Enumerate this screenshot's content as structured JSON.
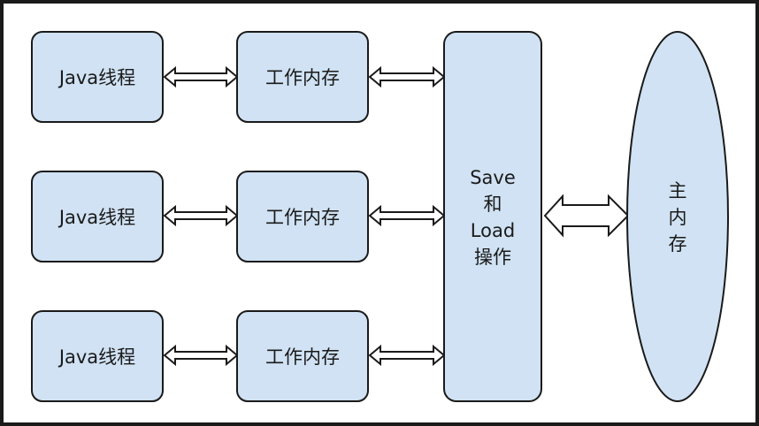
{
  "diagram": {
    "threads": [
      {
        "label": "Java线程",
        "memory_label": "工作内存"
      },
      {
        "label": "Java线程",
        "memory_label": "工作内存"
      },
      {
        "label": "Java线程",
        "memory_label": "工作内存"
      }
    ],
    "save_load": {
      "line1": "Save",
      "line2": "和",
      "line3": "Load",
      "line4": "操作"
    },
    "main_memory": {
      "line1": "主",
      "line2": "内",
      "line3": "存"
    },
    "colors": {
      "fill": "#d0e2f3",
      "stroke": "#1a1a1a"
    }
  }
}
